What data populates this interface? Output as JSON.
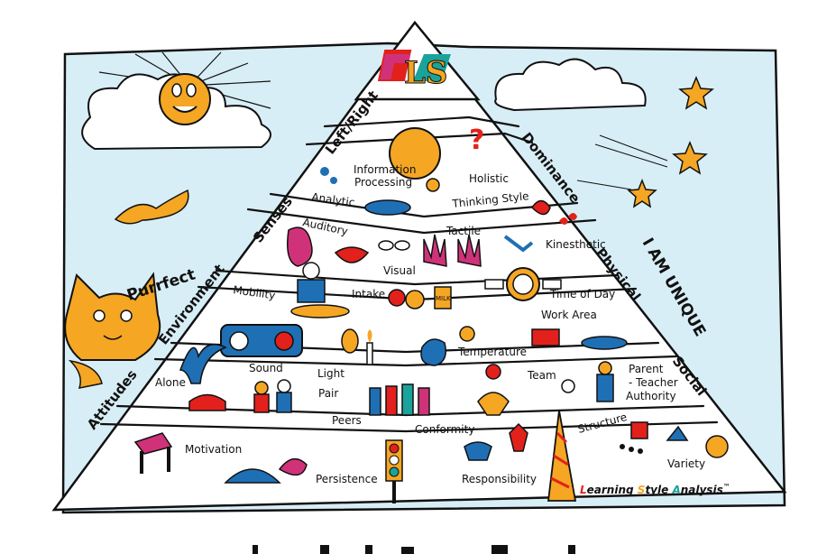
{
  "logo": {
    "text": "LS"
  },
  "tiers": {
    "left_right": "Left/Right",
    "dominance": "Dominance",
    "senses": "Senses",
    "physical": "Physical",
    "environment": "Environment",
    "social": "Social",
    "attitudes": "Attitudes"
  },
  "labels": {
    "information_processing_1": "Information",
    "information_processing_2": "Processing",
    "holistic": "Holistic",
    "analytic": "Analytic",
    "thinking_style": "Thinking Style",
    "auditory": "Auditory",
    "tactile": "Tactile",
    "kinesthetic": "Kinesthetic",
    "visual": "Visual",
    "mobility": "Mobility",
    "intake": "Intake",
    "time_of_day": "Time of Day",
    "work_area": "Work Area",
    "sound": "Sound",
    "light": "Light",
    "temperature": "Temperature",
    "alone": "Alone",
    "pair": "Pair",
    "team": "Team",
    "parent_1": "Parent",
    "parent_2": "- Teacher",
    "parent_3": "Authority",
    "peers": "Peers",
    "conformity": "Conformity",
    "structure": "Structure",
    "motivation": "Motivation",
    "persistence": "Persistence",
    "responsibility": "Responsibility",
    "variety": "Variety",
    "milk": "MILK"
  },
  "side": {
    "i_am_unique": "I AM UNIQUE",
    "purrfect": "Purrfect"
  },
  "brand": {
    "part1": "L",
    "part2": "earning ",
    "part3": "S",
    "part4": "tyle ",
    "part5": "A",
    "part6": "nalysis",
    "tm": "™"
  },
  "colors": {
    "sky": "#d8eef6",
    "sun": "#f5a623",
    "red": "#e2211c",
    "blue": "#1f6fb5",
    "teal": "#1aa39a",
    "magenta": "#d0327a",
    "ink": "#111111"
  }
}
